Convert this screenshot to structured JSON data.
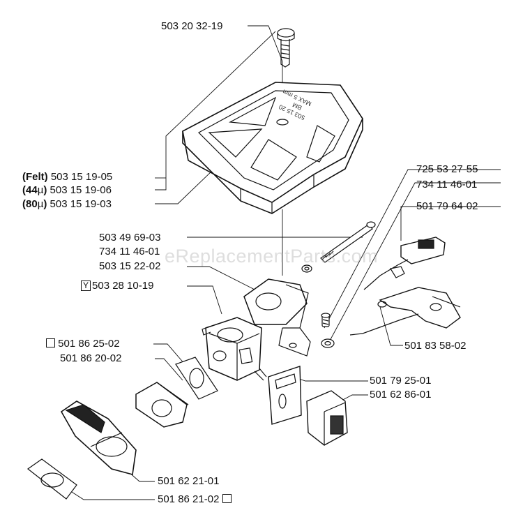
{
  "watermark": "eReplacementParts.com",
  "cover_text": [
    "503 15 20",
    "BM",
    "MAX 5 mm"
  ],
  "parts": {
    "screw": {
      "number": "503 20 32-19"
    },
    "filter_felt": {
      "prefix": "(Felt)",
      "number": "503 15 19-05"
    },
    "filter_44": {
      "prefix": "(44",
      "mu": "µ",
      "close": ")",
      "number": "503 15 19-06"
    },
    "filter_80": {
      "prefix": "(80",
      "mu": "µ",
      "close": ")",
      "number": "503 15 19-03"
    },
    "bolt": {
      "number": "503 49 69-03"
    },
    "washer": {
      "number": "734 11 46-01"
    },
    "bracket": {
      "number": "503 15 22-02"
    },
    "carburetor": {
      "marker": "Y",
      "number": "503 28 10-19"
    },
    "gasket_a": {
      "number": "501 86 25-02"
    },
    "gasket_b": {
      "number": "501 86 20-02"
    },
    "intake_screw": {
      "number": "725 53 27-55"
    },
    "intake_washer": {
      "number": "734 11 46-01"
    },
    "choke_lever": {
      "number": "501 79 64-02"
    },
    "throttle_rod": {
      "number": "501 83 58-02"
    },
    "plate": {
      "number": "501 79 25-01"
    },
    "block": {
      "number": "501 62 86-01"
    },
    "manifold": {
      "number": "501 62 21-01"
    },
    "gasket_c": {
      "number": "501 86 21-02"
    }
  }
}
